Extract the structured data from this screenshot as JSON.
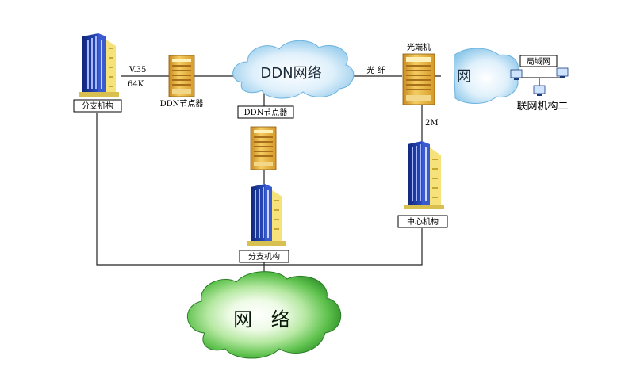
{
  "nodes": {
    "branch_left": "分支机构",
    "ddn_router_left": "DDN节点器",
    "ddn_cloud": "DDN网络",
    "ddn_router_mid": "DDN节点器",
    "branch_bottom": "分支机构",
    "optical_terminal": "光端机",
    "center_office": "中心机构",
    "partial_cloud_text": "网",
    "lan": "局域网",
    "partner": "联网机构二",
    "green_network": "网 络"
  },
  "links": {
    "v35": "V.35",
    "rate64k": "64K",
    "fiber": "光 纤",
    "rate2m": "2M"
  },
  "colors": {
    "building_blue": "#1e3a9a",
    "building_yellow": "#f7e08a",
    "router_gold": "#e8b43a",
    "cloud_blue": "#bfe0f5",
    "cloud_green": "#3ea83a"
  }
}
